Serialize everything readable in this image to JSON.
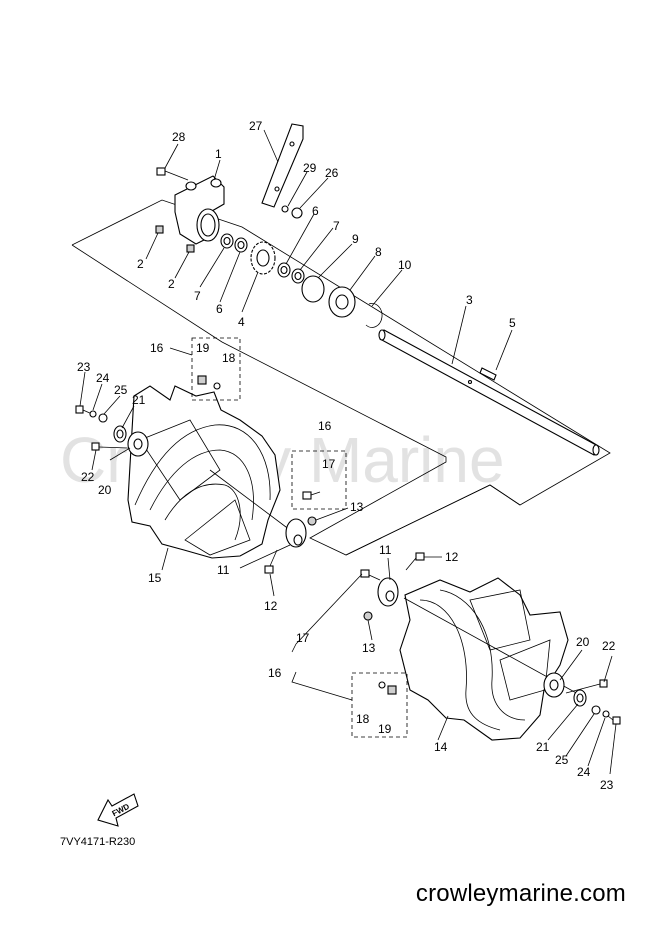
{
  "watermark": "Crowley Marine",
  "labels": {
    "p1": "1",
    "p2a": "2",
    "p2b": "2",
    "p3": "3",
    "p4": "4",
    "p5": "5",
    "p6a": "6",
    "p6b": "6",
    "p7a": "7",
    "p7b": "7",
    "p8": "8",
    "p9": "9",
    "p10": "10",
    "p11a": "11",
    "p11b": "11",
    "p12a": "12",
    "p12b": "12",
    "p13a": "13",
    "p13b": "13",
    "p14": "14",
    "p15": "15",
    "p16a": "16",
    "p16b": "16",
    "p16c": "16",
    "p17a": "17",
    "p17b": "17",
    "p18a": "18",
    "p18b": "18",
    "p19a": "19",
    "p19b": "19",
    "p20a": "20",
    "p20b": "20",
    "p21a": "21",
    "p21b": "21",
    "p22a": "22",
    "p22b": "22",
    "p23a": "23",
    "p23b": "23",
    "p24a": "24",
    "p24b": "24",
    "p25a": "25",
    "p25b": "25",
    "p26": "26",
    "p27": "27",
    "p28": "28",
    "p29": "29"
  },
  "fwd_label": "FWD",
  "diagram_code": "7VY4171-R230",
  "site_url": "crowleymarine.com"
}
